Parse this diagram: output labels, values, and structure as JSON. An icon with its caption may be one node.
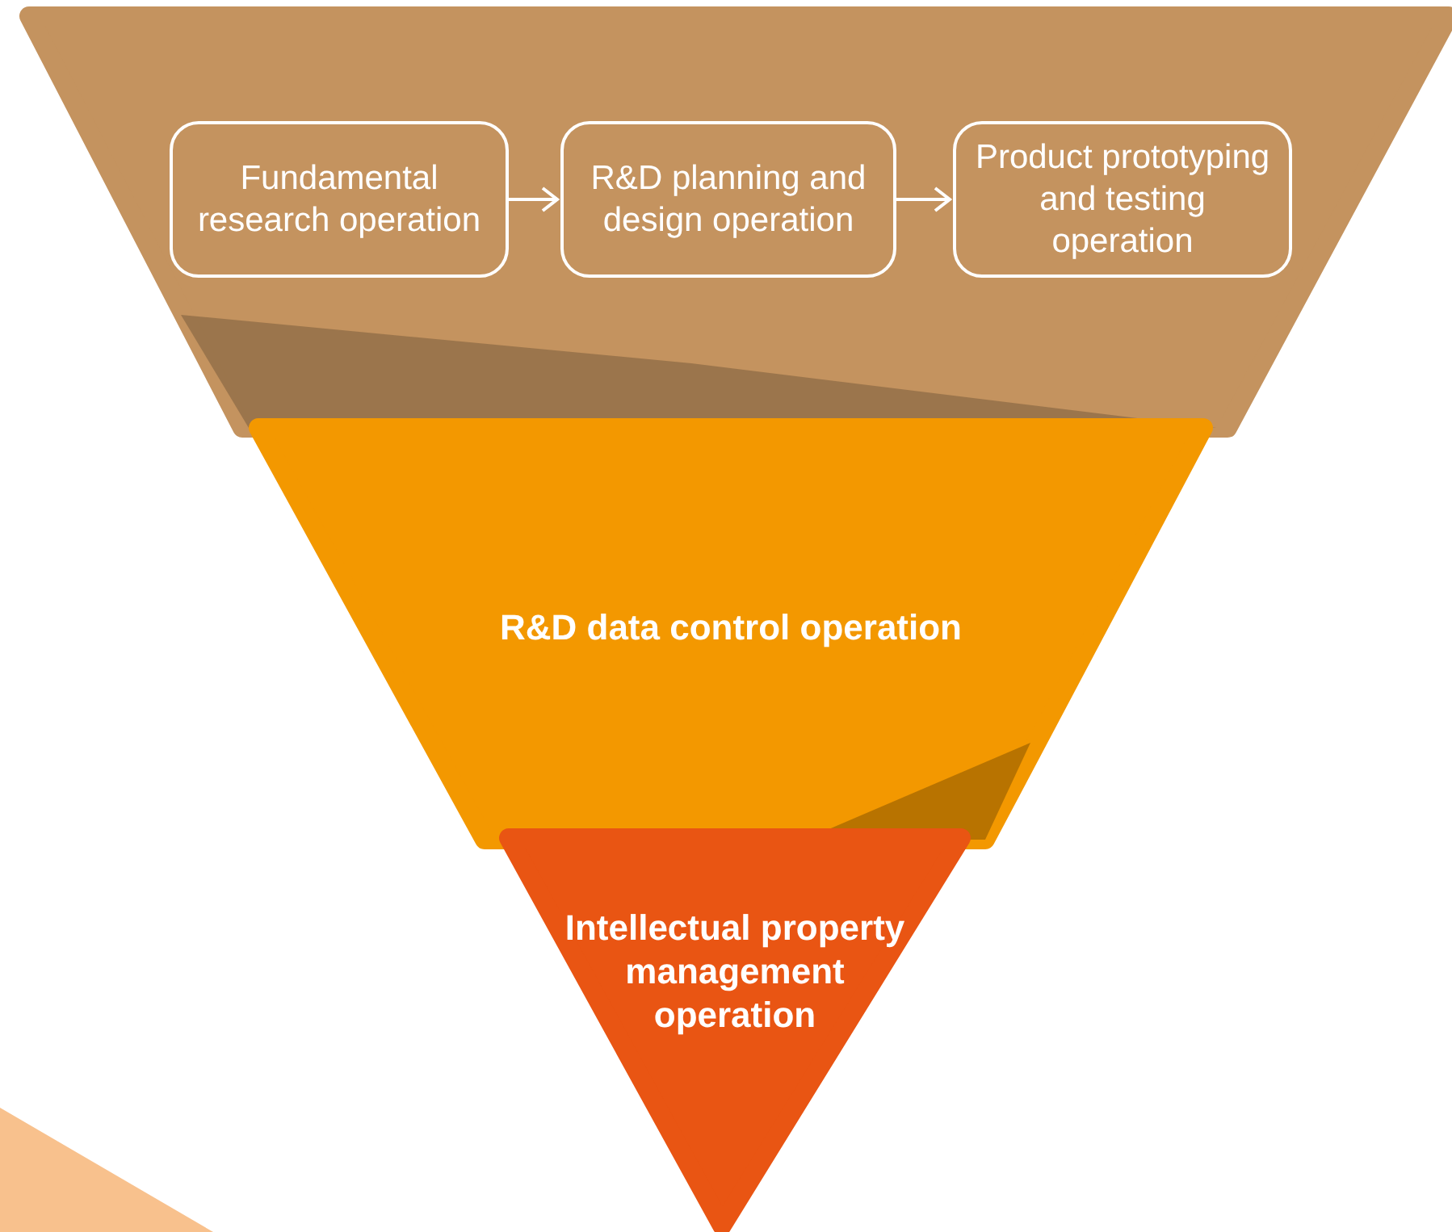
{
  "diagram": {
    "nodes": [
      {
        "text": [],
        "shape": "trapezoid"
      },
      {
        "text": [
          "Fundamental research operation"
        ],
        "in": 0
      },
      {
        "text": [
          "R&D planning and design operation"
        ],
        "in": 0
      },
      {
        "text": [
          "Product prototyping and testing operation"
        ],
        "in": 0
      },
      {
        "text": [
          "R&D data control operation"
        ]
      },
      {
        "text": [
          "Intellectual property management operation"
        ]
      }
    ],
    "edges": [
      {
        "from": 1,
        "to": 2,
        "arrow": "to"
      },
      {
        "from": 2,
        "to": 3,
        "arrow": "to"
      }
    ]
  }
}
